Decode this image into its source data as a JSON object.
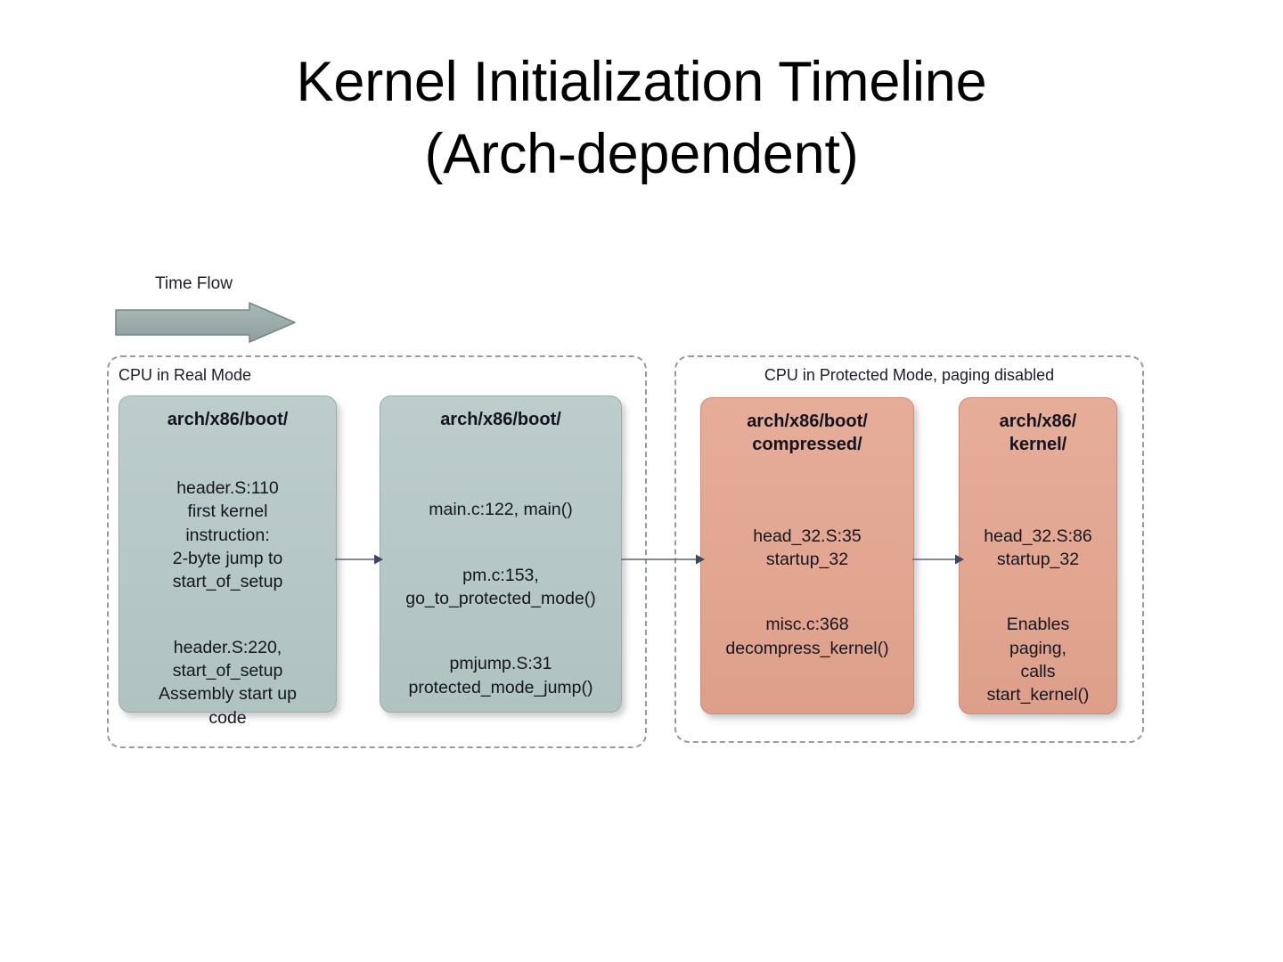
{
  "title": {
    "line1": "Kernel Initialization Timeline",
    "line2": "(Arch-dependent)"
  },
  "time_flow": {
    "label": "Time Flow",
    "arrow_color": "#9aaaa9",
    "arrow_border": "#7e8f8e"
  },
  "colors": {
    "real_mode_box": "#b6c8c6",
    "protected_mode_box": "#e2a691",
    "container_border": "#9a9a9a",
    "connector": "#5a6183",
    "text": "#15151f"
  },
  "phases": [
    {
      "id": "real-mode",
      "label": "CPU in Real Mode",
      "boxes": [
        {
          "id": "boot-header",
          "heading": "arch/x86/boot/",
          "paragraphs": [
            "header.S:110\nfirst kernel\ninstruction:\n2-byte jump to\nstart_of_setup",
            "header.S:220,\nstart_of_setup\nAssembly start up\ncode"
          ]
        },
        {
          "id": "boot-main",
          "heading": "arch/x86/boot/",
          "paragraphs": [
            "main.c:122, main()",
            "pm.c:153,\ngo_to_protected_mode()",
            "pmjump.S:31\nprotected_mode_jump()"
          ]
        }
      ]
    },
    {
      "id": "protected-mode",
      "label": "CPU in Protected Mode, paging disabled",
      "boxes": [
        {
          "id": "boot-compressed",
          "heading": "arch/x86/boot/\ncompressed/",
          "paragraphs": [
            "head_32.S:35\nstartup_32",
            "misc.c:368\ndecompress_kernel()"
          ]
        },
        {
          "id": "kernel",
          "heading": "arch/x86/\nkernel/",
          "paragraphs": [
            "head_32.S:86\nstartup_32",
            "Enables\npaging,\ncalls\nstart_kernel()"
          ]
        }
      ]
    }
  ],
  "connectors": [
    {
      "id": "boot-header-to-boot-main",
      "from": "boot-header",
      "to": "boot-main"
    },
    {
      "id": "boot-main-to-boot-compressed",
      "from": "boot-main",
      "to": "boot-compressed"
    },
    {
      "id": "boot-compressed-to-kernel",
      "from": "boot-compressed",
      "to": "kernel"
    }
  ]
}
